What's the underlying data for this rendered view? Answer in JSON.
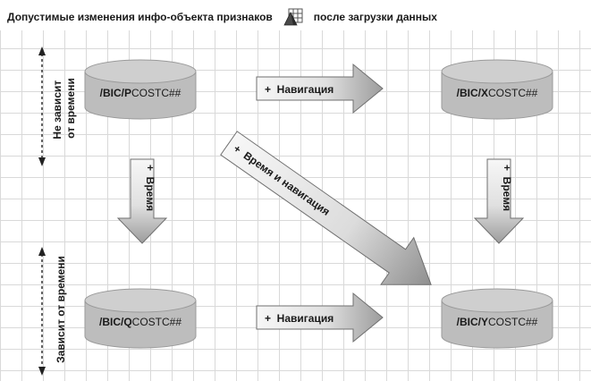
{
  "title": {
    "text_before": "Допустимые изменения инфо-объекта признаков",
    "icon": "characteristic-infoobject-icon",
    "text_after": "после загрузки данных"
  },
  "side_labels": {
    "top": [
      "Не зависит",
      "от времени"
    ],
    "bottom": "Зависит от времени"
  },
  "tables": {
    "p": {
      "bold": "/BIC/P",
      "rest": "COSTC##"
    },
    "x": {
      "bold": "/BIC/X",
      "rest": "COSTC##"
    },
    "q": {
      "bold": "/BIC/Q",
      "rest": "COSTC##"
    },
    "y": {
      "bold": "/BIC/Y",
      "rest": "COSTC##"
    }
  },
  "arrows": {
    "top_navigation": "+  Навигация",
    "bottom_navigation": "+  Навигация",
    "diagonal": "+  Время и навигация",
    "left_time": "+  Время",
    "right_time": "+  Время"
  },
  "colors": {
    "cylinder_fill": "#bdbdbd",
    "arrow_light": "#f5f5f5",
    "arrow_dark": "#9a9a9a",
    "grid": "#d9d9d9"
  }
}
